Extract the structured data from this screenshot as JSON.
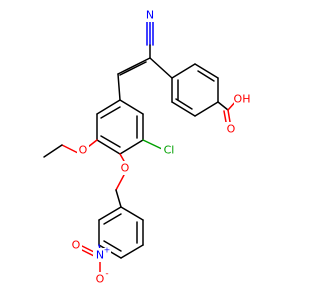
{
  "colors": {
    "background": "#ffffff",
    "carbon_bond": "#000000",
    "oxygen": "#ff0000",
    "nitrogen": "#0000ff",
    "chlorine": "#00a000"
  },
  "atoms": {
    "nitrile_n": {
      "text": "N",
      "color": "#0000ff"
    },
    "acid_oh": {
      "text": "OH",
      "color": "#ff0000"
    },
    "acid_o": {
      "text": "O",
      "color": "#ff0000"
    },
    "chloro": {
      "text": "Cl",
      "color": "#00a000"
    },
    "ethoxy_o": {
      "text": "O",
      "color": "#ff0000"
    },
    "benzyloxy_o": {
      "text": "O",
      "color": "#ff0000"
    },
    "nitro_n": {
      "text": "N",
      "superscript": "+",
      "color": "#0000ff"
    },
    "nitro_o_double": {
      "text": "O",
      "color": "#ff0000"
    },
    "nitro_o_single": {
      "text": "O",
      "superscript": "-",
      "color": "#ff0000"
    }
  }
}
